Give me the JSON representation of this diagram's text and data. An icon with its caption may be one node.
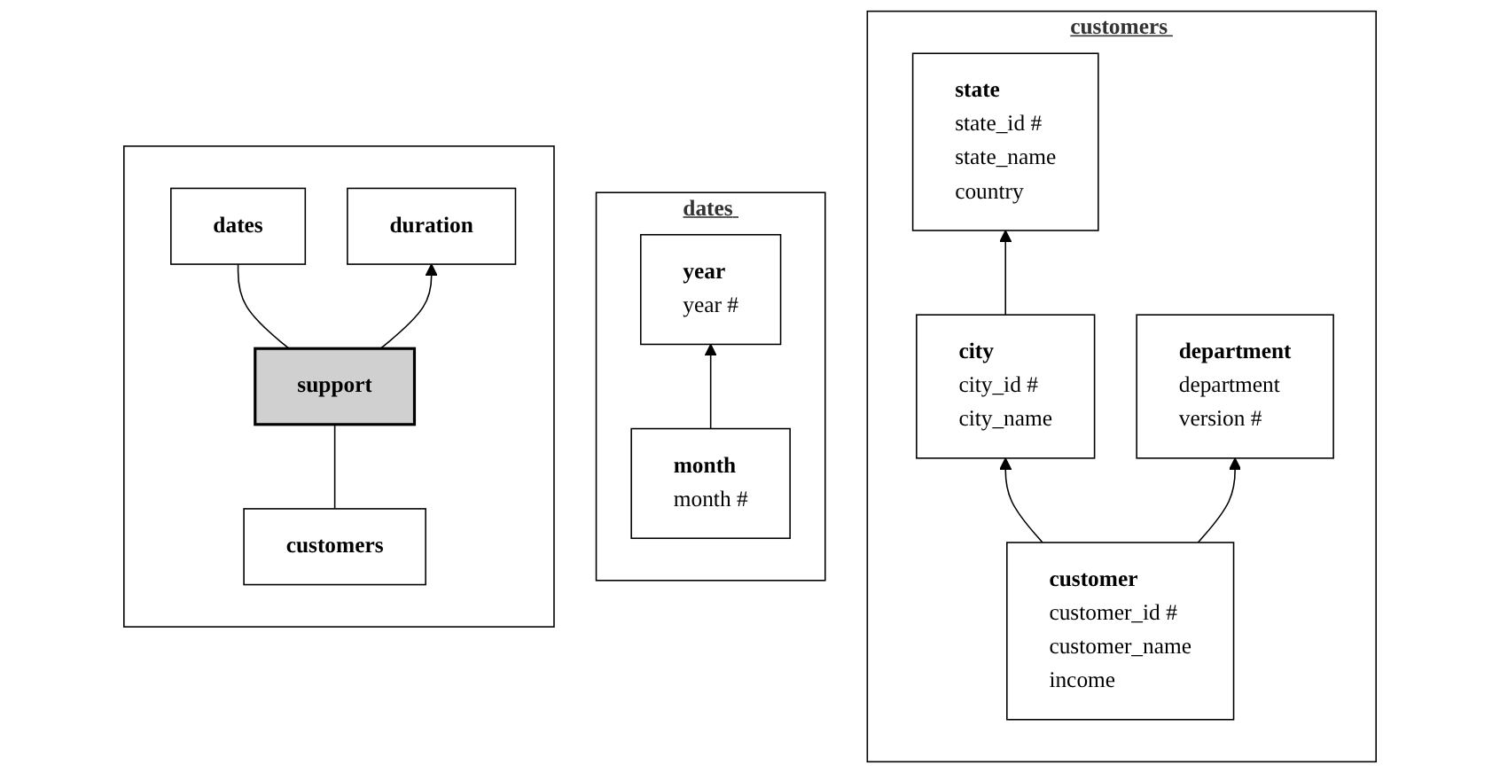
{
  "diagram": {
    "nodes": [
      {
        "text": [
          "customers"
        ]
      },
      {
        "text": [
          "state",
          "state_id #",
          "state_name",
          "country"
        ],
        "in": 0
      },
      {
        "text": [
          "city",
          "city_id #",
          "city_name"
        ],
        "in": 0
      },
      {
        "text": [
          "department",
          "department",
          "version #"
        ],
        "in": 0
      },
      {
        "text": [
          "customer",
          "customer_id #",
          "customer_name",
          "income"
        ],
        "in": 0
      },
      {
        "text": [
          "dates"
        ]
      },
      {
        "text": [
          "year",
          "year #"
        ],
        "in": 5
      },
      {
        "text": [
          "month",
          "month #"
        ],
        "in": 5
      },
      {
        "text": [],
        "shape": "box"
      },
      {
        "text": [
          "dates"
        ],
        "in": 8
      },
      {
        "text": [
          "support"
        ],
        "in": 8
      },
      {
        "text": [
          "duration"
        ],
        "in": 8
      },
      {
        "text": [
          "customers"
        ],
        "in": 8
      }
    ],
    "edges": [
      {
        "from": 2,
        "to": 1,
        "arrow": "to"
      },
      {
        "from": 4,
        "to": 2,
        "arrow": "to"
      },
      {
        "from": 4,
        "to": 3,
        "arrow": "to"
      },
      {
        "from": 7,
        "to": 6,
        "arrow": "to"
      },
      {
        "from": 10,
        "to": 9,
        "arrow": "none"
      },
      {
        "from": 10,
        "to": 11,
        "arrow": "to"
      },
      {
        "from": 12,
        "to": 10,
        "arrow": "none"
      }
    ]
  }
}
